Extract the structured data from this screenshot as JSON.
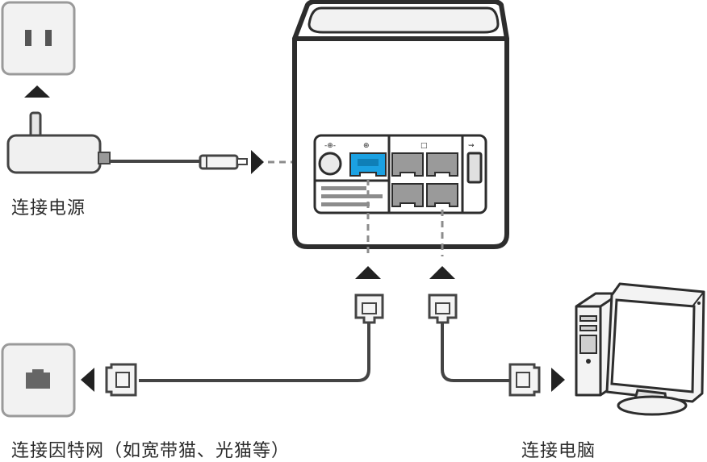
{
  "labels": {
    "power": "连接电源",
    "internet": "连接因特网（如宽带猫、光猫等）",
    "computer": "连接电脑"
  },
  "icons": {
    "wall_outlet": "power-outlet-icon",
    "adapter": "power-adapter-icon",
    "router": "router-icon",
    "ethernet_jack": "ethernet-wall-jack-icon",
    "computer": "desktop-computer-icon"
  },
  "colors": {
    "stroke": "#2d2d2d",
    "wan_port": "#1ba1e2",
    "lan_port": "#9a9a9a",
    "dashed": "#8c8c8c"
  }
}
